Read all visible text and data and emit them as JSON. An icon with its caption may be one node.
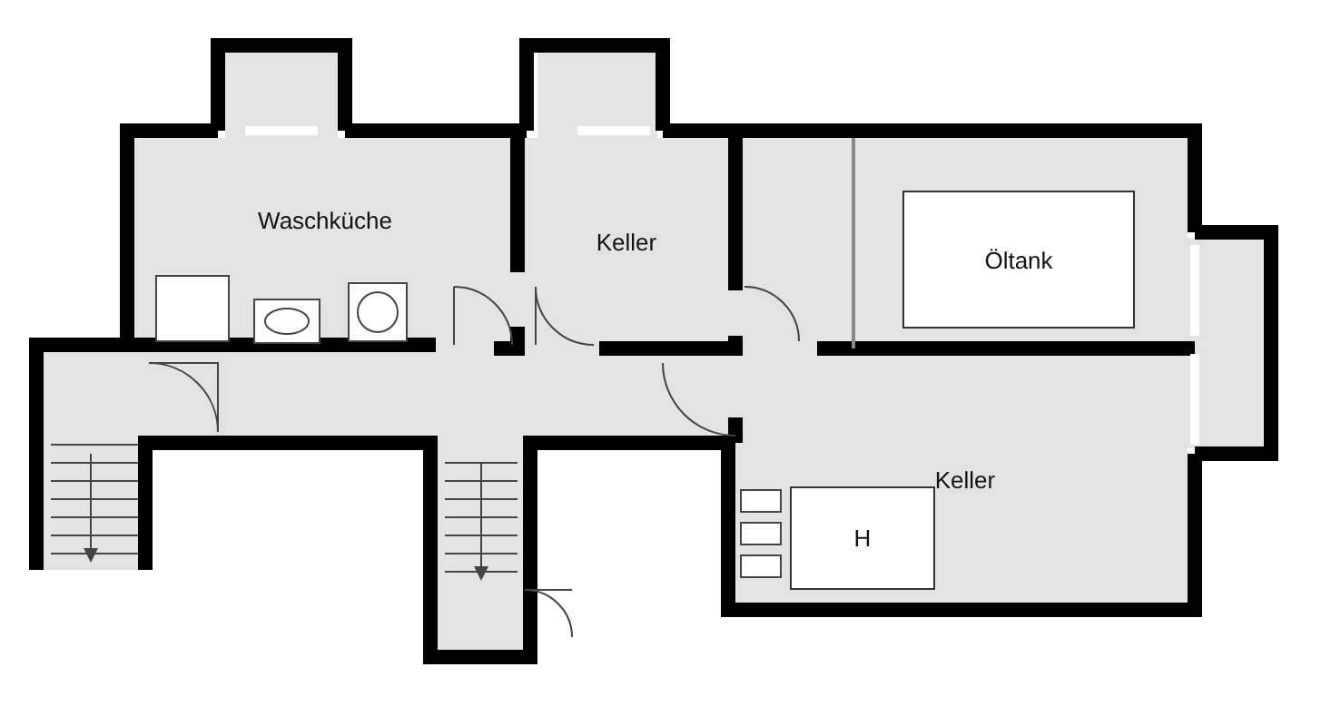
{
  "diagram": {
    "nodes": [
      {
        "text": [
          "Waschküche"
        ]
      },
      {
        "text": [
          "Keller"
        ]
      },
      {
        "text": [
          "Öltank"
        ]
      },
      {
        "text": [
          "Keller"
        ]
      },
      {
        "text": [
          "H"
        ],
        "in": 3
      }
    ]
  }
}
